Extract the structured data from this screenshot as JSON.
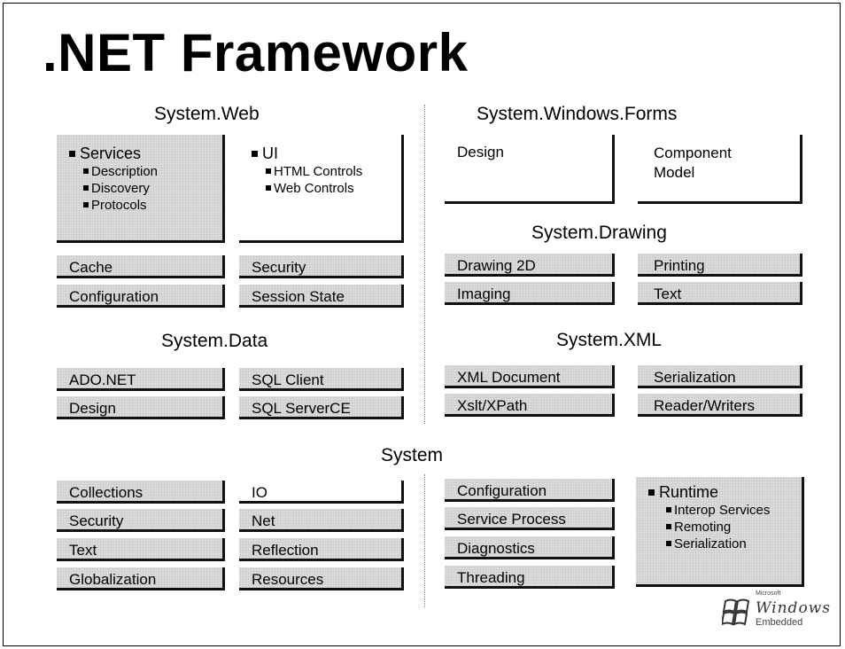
{
  "title": ".NET Framework",
  "sections": {
    "web": "System.Web",
    "forms": "System.Windows.Forms",
    "drawing": "System.Drawing",
    "data": "System.Data",
    "xml": "System.XML",
    "system": "System"
  },
  "web": {
    "services": {
      "head": "Services",
      "items": [
        "Description",
        "Discovery",
        "Protocols"
      ]
    },
    "ui": {
      "head": "UI",
      "items": [
        "HTML Controls",
        "Web Controls"
      ]
    },
    "cache": "Cache",
    "security": "Security",
    "configuration": "Configuration",
    "session_state": "Session State"
  },
  "forms": {
    "design": "Design",
    "component_model": "Component\nModel"
  },
  "drawing": {
    "drawing2d": "Drawing 2D",
    "printing": "Printing",
    "imaging": "Imaging",
    "text": "Text"
  },
  "data": {
    "adonet": "ADO.NET",
    "sql_client": "SQL Client",
    "design": "Design",
    "sql_servercce": "SQL ServerCE"
  },
  "xml": {
    "xml_document": "XML Document",
    "serialization": "Serialization",
    "xslt_xpath": "Xslt/XPath",
    "reader_writers": "Reader/Writers"
  },
  "system": {
    "collections": "Collections",
    "io": "IO",
    "configuration": "Configuration",
    "security": "Security",
    "net": "Net",
    "service_process": "Service Process",
    "text": "Text",
    "reflection": "Reflection",
    "diagnostics": "Diagnostics",
    "globalization": "Globalization",
    "resources": "Resources",
    "threading": "Threading",
    "runtime": {
      "head": "Runtime",
      "items": [
        "Interop Services",
        "Remoting",
        "Serialization"
      ]
    }
  },
  "logo": {
    "microsoft": "Microsoft",
    "wordmark": "Windows",
    "tagline": "Embedded"
  }
}
